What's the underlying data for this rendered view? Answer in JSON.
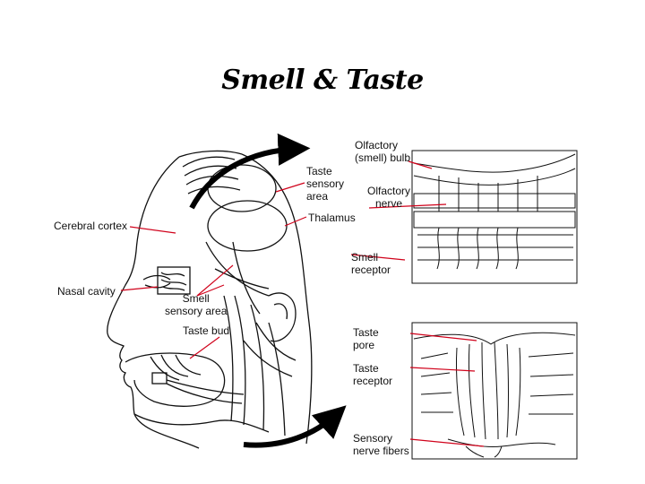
{
  "title": "Smell & Taste",
  "labels": {
    "olfactory_bulb": [
      "Olfactory",
      "(smell) bulb"
    ],
    "taste_sensory_area": [
      "Taste",
      "sensory",
      "area"
    ],
    "olfactory_nerve": [
      "Olfactory",
      "nerve"
    ],
    "thalamus": "Thalamus",
    "cerebral_cortex": "Cerebral cortex",
    "smell_receptor": [
      "Smell",
      "receptor"
    ],
    "nasal_cavity": "Nasal cavity",
    "smell_sensory_area": [
      "Smell",
      "sensory area"
    ],
    "taste_bud": "Taste bud",
    "taste_pore": [
      "Taste",
      "pore"
    ],
    "taste_receptor": [
      "Taste",
      "receptor"
    ],
    "sensory_nerve_fibers": [
      "Sensory",
      "nerve fibers"
    ]
  },
  "colors": {
    "leader_line": "#d0021b",
    "ink": "#111111"
  }
}
